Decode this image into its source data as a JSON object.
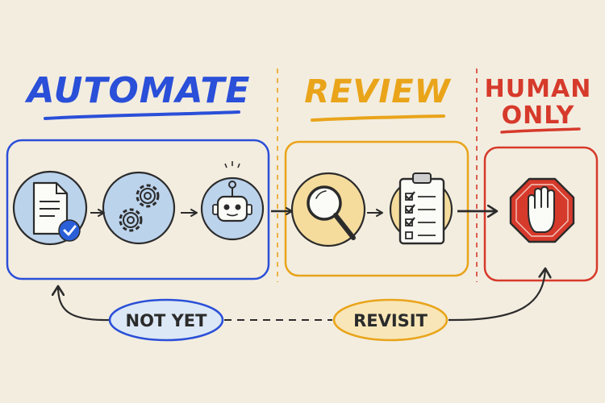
{
  "headings": {
    "automate": "AUTOMATE",
    "review": "REVIEW",
    "human_line1": "HUMAN",
    "human_line2": "ONLY"
  },
  "loop_labels": {
    "not_yet": "NOT YET",
    "revisit": "REVISIT"
  },
  "colors": {
    "background": "#f3ede0",
    "automate": "#2a4fd8",
    "review": "#e9a41a",
    "human": "#d63a2b",
    "ink": "#2b2b2b",
    "blue_wash": "#bcd3ec",
    "yellow_wash": "#f5dc9c"
  },
  "icons": {
    "document": "document-check-icon",
    "gears": "gears-icon",
    "robot": "robot-icon",
    "magnifier": "magnifier-icon",
    "checklist": "clipboard-checklist-icon",
    "stop": "stop-hand-icon"
  }
}
